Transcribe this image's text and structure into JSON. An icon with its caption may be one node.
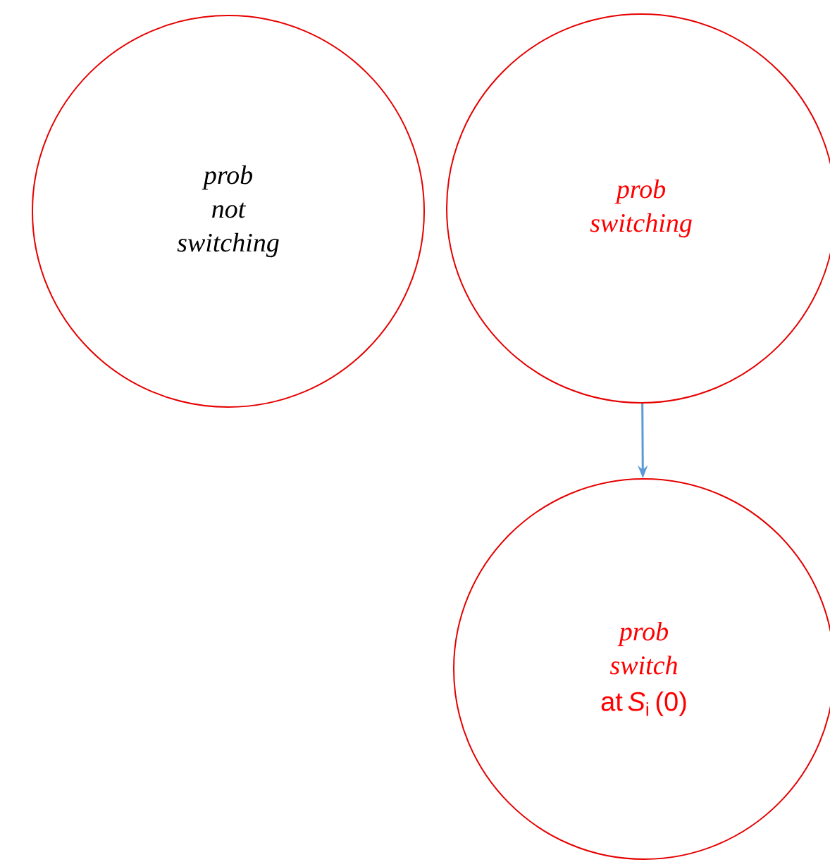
{
  "diagram": {
    "nodes": [
      {
        "text": [
          "prob not switching"
        ]
      },
      {
        "text": [
          "prob switching"
        ]
      },
      {
        "text": [
          "prob switch",
          "at *S*$_{i}$  (0)"
        ]
      }
    ],
    "edges": [
      {
        "from": 1,
        "to": 2,
        "arrow": "to",
        "color": "#5b9bd5"
      }
    ]
  }
}
